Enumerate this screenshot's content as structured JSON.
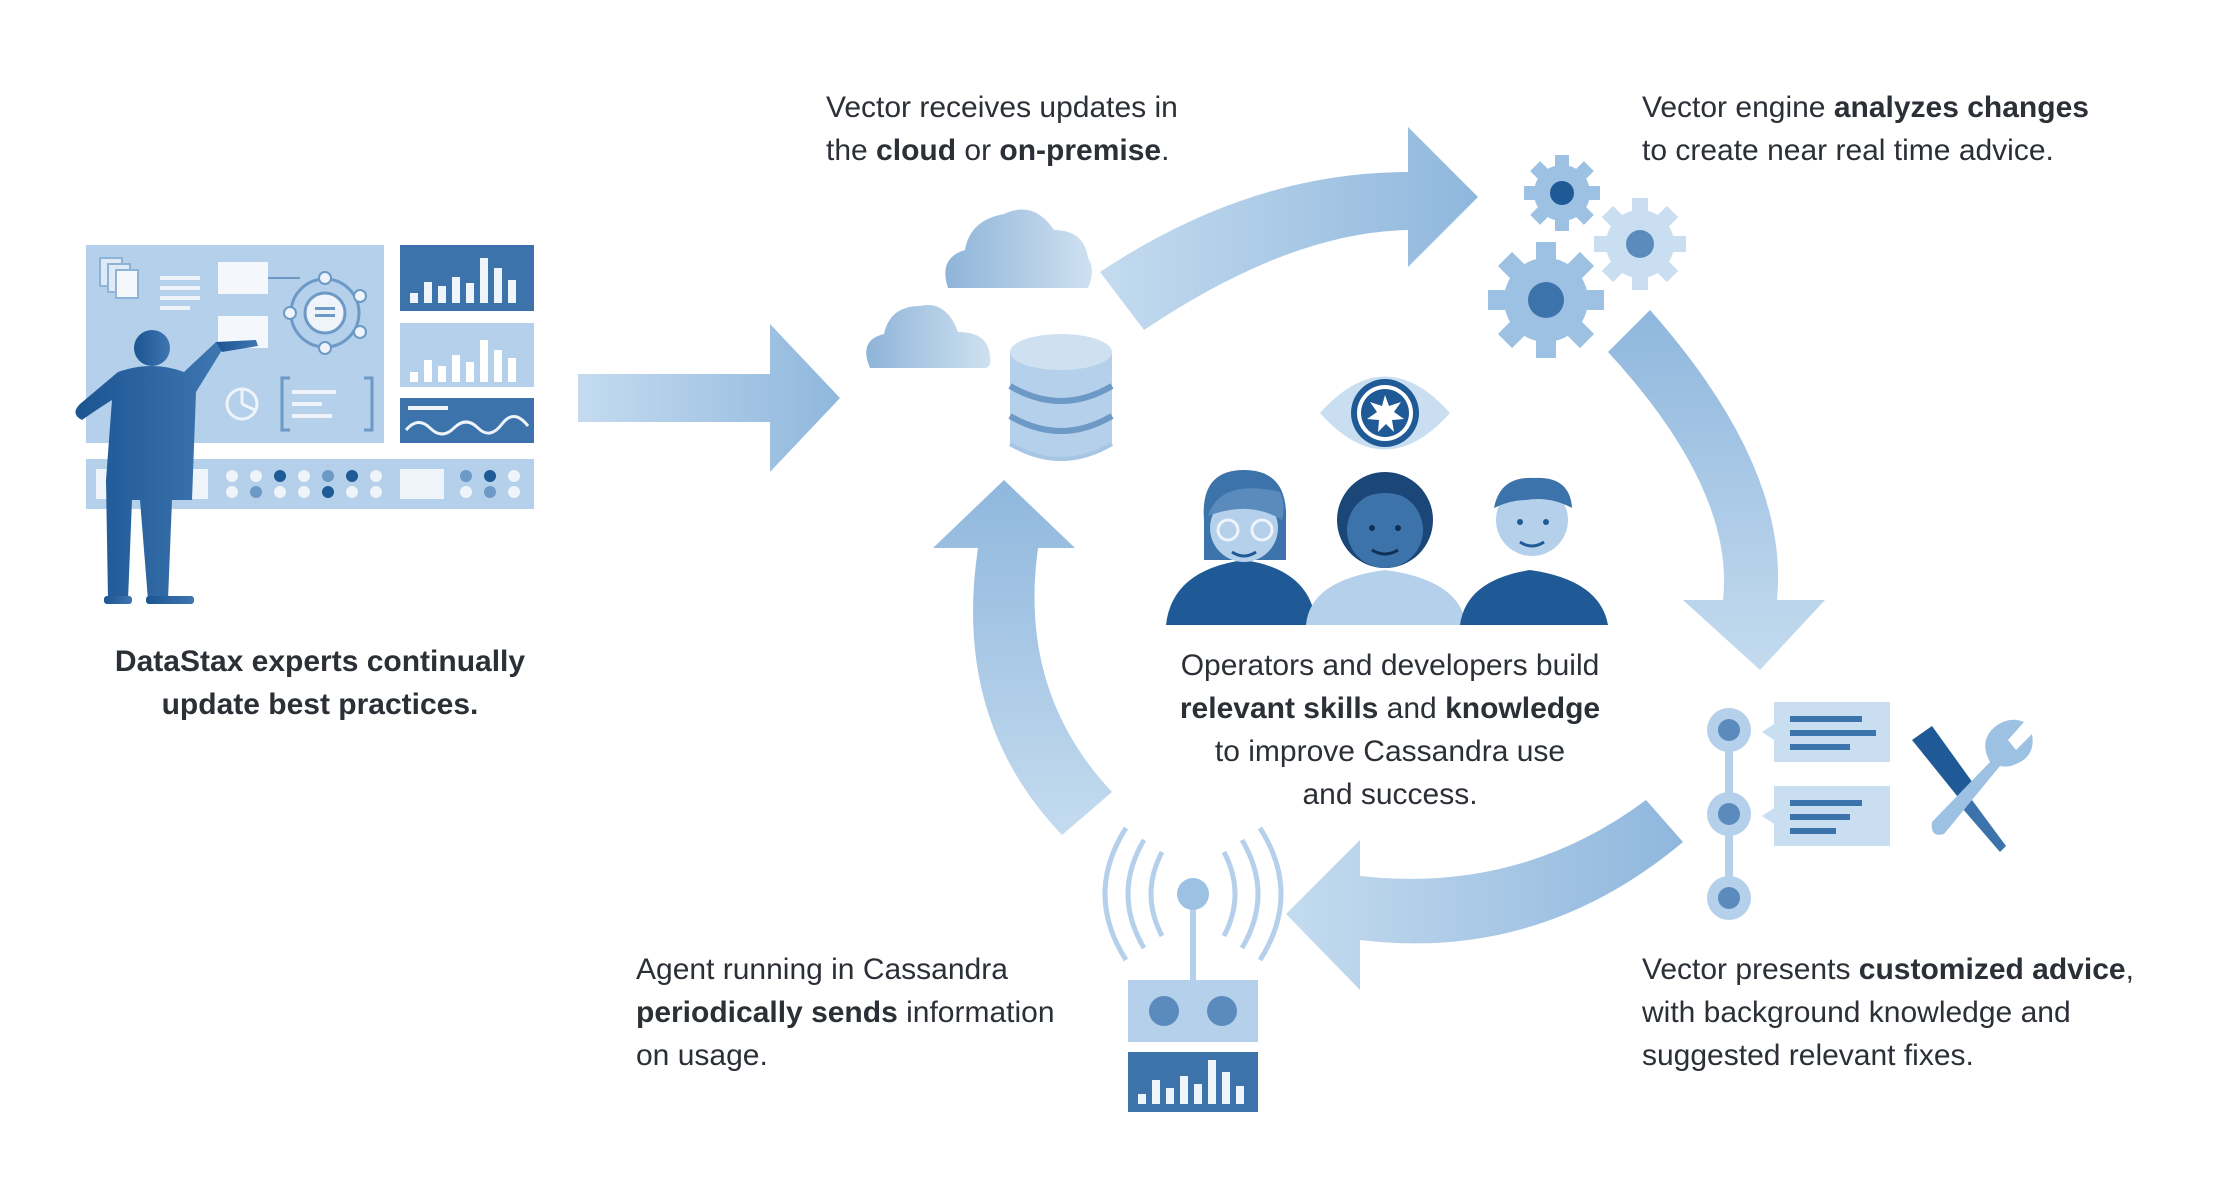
{
  "captions": {
    "experts": {
      "line1": "DataStax experts continually",
      "line2": "update best practices."
    },
    "cloud": {
      "l1": "Vector receives updates in",
      "l2a": "the ",
      "l2b": "cloud",
      "l2c": " or ",
      "l2d": "on-premise",
      "l2e": "."
    },
    "engine": {
      "l1a": "Vector engine ",
      "l1b": "analyzes changes",
      "l2": "to create near real time advice."
    },
    "operators": {
      "l1": "Operators and developers build",
      "l2a": "relevant skills",
      "l2b": " and ",
      "l2c": "knowledge",
      "l3": "to improve Cassandra use",
      "l4": "and success."
    },
    "advice": {
      "l1a": "Vector presents ",
      "l1b": "customized advice",
      "l1c": ",",
      "l2": "with background knowledge and",
      "l3": "suggested relevant fixes."
    },
    "agent": {
      "l1": "Agent running in Cassandra",
      "l2a": "periodically sends",
      "l2b": " information",
      "l3": "on usage."
    }
  },
  "colors": {
    "dark": "#1f5a96",
    "mid": "#5b8bbd",
    "light": "#9dc1e2",
    "pale": "#c9def0",
    "arrow": "#a6c6e4"
  }
}
